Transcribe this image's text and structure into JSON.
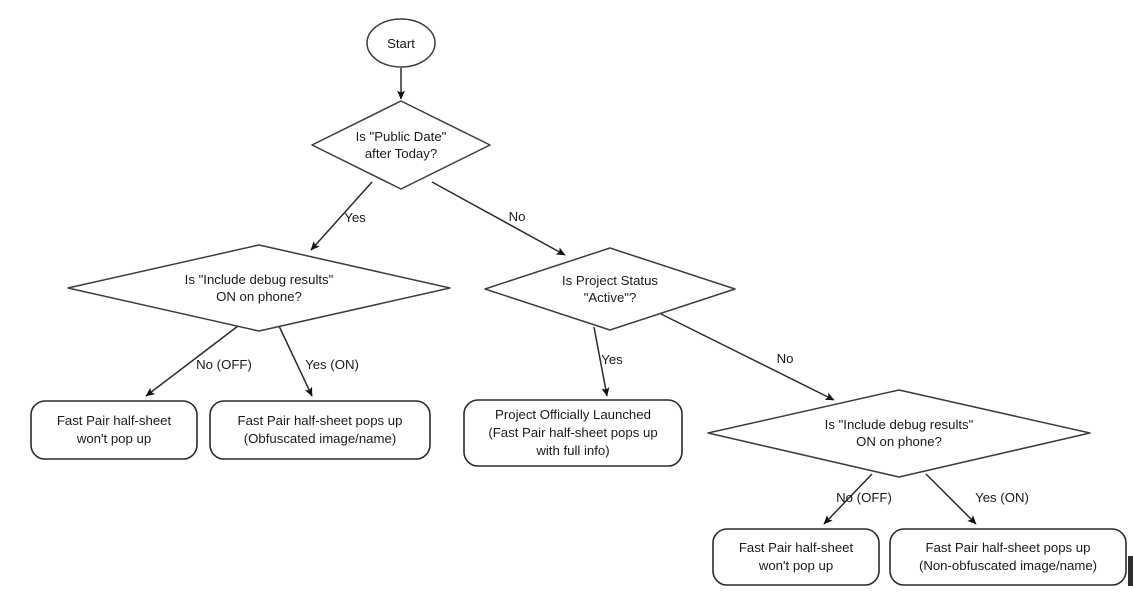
{
  "diagram": {
    "title": "Fast Pair half-sheet visibility decision flow",
    "background": "#ffffff",
    "stroke_color": "#3d3d3d",
    "text_color": "#1a1a1a",
    "nodes": [
      {
        "id": "start",
        "shape": "ellipse",
        "lines": [
          "Start"
        ]
      },
      {
        "id": "d1",
        "shape": "diamond",
        "lines": [
          "Is \"Public Date\"",
          "after Today?"
        ]
      },
      {
        "id": "d2",
        "shape": "diamond",
        "lines": [
          "Is \"Include debug results\"",
          "ON on phone?"
        ]
      },
      {
        "id": "d3",
        "shape": "diamond",
        "lines": [
          "Is Project Status",
          "\"Active\"?"
        ]
      },
      {
        "id": "d4",
        "shape": "diamond",
        "lines": [
          "Is \"Include debug results\"",
          "ON on phone?"
        ]
      },
      {
        "id": "t1",
        "shape": "rounded-rect",
        "lines": [
          "Fast Pair half-sheet",
          "won't pop up"
        ]
      },
      {
        "id": "t2",
        "shape": "rounded-rect",
        "lines": [
          "Fast Pair half-sheet pops up",
          "(Obfuscated image/name)"
        ]
      },
      {
        "id": "t3",
        "shape": "rounded-rect",
        "lines": [
          "Project Officially Launched",
          "(Fast Pair half-sheet pops up",
          "with full info)"
        ]
      },
      {
        "id": "t4",
        "shape": "rounded-rect",
        "lines": [
          "Fast Pair half-sheet",
          "won't pop up"
        ]
      },
      {
        "id": "t5",
        "shape": "rounded-rect",
        "lines": [
          "Fast Pair half-sheet pops up",
          "(Non-obfuscated image/name)"
        ]
      }
    ],
    "edges": [
      {
        "from": "start",
        "to": "d1",
        "label": ""
      },
      {
        "from": "d1",
        "to": "d2",
        "label": "Yes"
      },
      {
        "from": "d1",
        "to": "d3",
        "label": "No"
      },
      {
        "from": "d2",
        "to": "t1",
        "label": "No (OFF)"
      },
      {
        "from": "d2",
        "to": "t2",
        "label": "Yes (ON)"
      },
      {
        "from": "d3",
        "to": "t3",
        "label": "Yes"
      },
      {
        "from": "d3",
        "to": "d4",
        "label": "No"
      },
      {
        "from": "d4",
        "to": "t4",
        "label": "No (OFF)"
      },
      {
        "from": "d4",
        "to": "t5",
        "label": "Yes (ON)"
      }
    ],
    "labels": {
      "start": "Start",
      "d1_l1": "Is \"Public Date\"",
      "d1_l2": "after Today?",
      "d2_l1": "Is \"Include debug results\"",
      "d2_l2": "ON on phone?",
      "d3_l1": "Is Project Status",
      "d3_l2": "\"Active\"?",
      "d4_l1": "Is \"Include debug results\"",
      "d4_l2": "ON on phone?",
      "t1_l1": "Fast Pair half-sheet",
      "t1_l2": "won't pop up",
      "t2_l1": "Fast Pair half-sheet pops up",
      "t2_l2": "(Obfuscated image/name)",
      "t3_l1": "Project Officially Launched",
      "t3_l2": "(Fast Pair half-sheet pops up",
      "t3_l3": "with full info)",
      "t4_l1": "Fast Pair half-sheet",
      "t4_l2": "won't pop up",
      "t5_l1": "Fast Pair half-sheet pops up",
      "t5_l2": "(Non-obfuscated image/name)",
      "e_yes_1": "Yes",
      "e_no_1": "No",
      "e_no_off_1": "No (OFF)",
      "e_yes_on_1": "Yes (ON)",
      "e_yes_2": "Yes",
      "e_no_2": "No",
      "e_no_off_2": "No (OFF)",
      "e_yes_on_2": "Yes (ON)"
    }
  }
}
